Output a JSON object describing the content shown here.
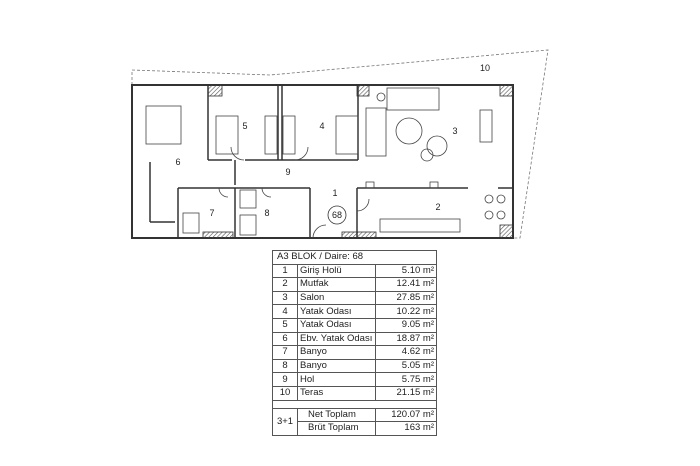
{
  "plan": {
    "room_labels": [
      "1",
      "2",
      "3",
      "4",
      "5",
      "6",
      "7",
      "8",
      "9",
      "10"
    ],
    "unit_number": "68"
  },
  "table": {
    "title": "A3 BLOK / Daire: 68",
    "rows": [
      {
        "no": "1",
        "name": "Giriş Holü",
        "area": "5.10 m²"
      },
      {
        "no": "2",
        "name": "Mutfak",
        "area": "12.41 m²"
      },
      {
        "no": "3",
        "name": "Salon",
        "area": "27.85 m²"
      },
      {
        "no": "4",
        "name": "Yatak Odası",
        "area": "10.22 m²"
      },
      {
        "no": "5",
        "name": "Yatak Odası",
        "area": "9.05 m²"
      },
      {
        "no": "6",
        "name": "Ebv. Yatak Odası",
        "area": "18.87 m²"
      },
      {
        "no": "7",
        "name": "Banyo",
        "area": "4.62 m²"
      },
      {
        "no": "8",
        "name": "Banyo",
        "area": "5.05 m²"
      },
      {
        "no": "9",
        "name": "Hol",
        "area": "5.75 m²"
      },
      {
        "no": "10",
        "name": "Teras",
        "area": "21.15 m²"
      }
    ],
    "type": "3+1",
    "net_label": "Net Toplam",
    "net_value": "120.07 m²",
    "gross_label": "Brüt Toplam",
    "gross_value": "163 m²"
  }
}
